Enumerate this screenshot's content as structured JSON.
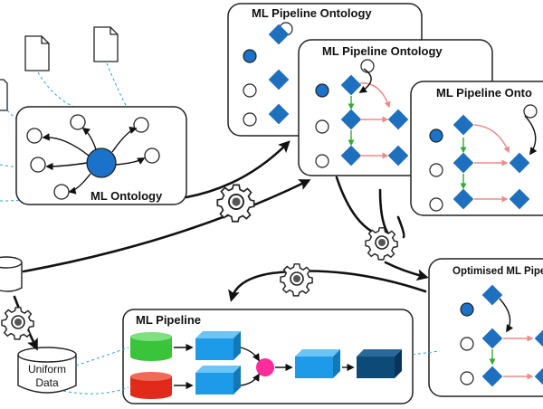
{
  "labels": {
    "ml_ontology": "ML Ontology",
    "pipeline_ontology_1": "ML Pipeline Ontology",
    "pipeline_ontology_2": "ML Pipeline Ontology",
    "pipeline_ontology_3": "ML Pipeline Onto",
    "optimised_pipeline": "Optimised ML Pipe",
    "ml_pipeline": "ML Pipeline",
    "uniform_data_line1": "Uniform",
    "uniform_data_line2": "Data"
  },
  "colors": {
    "blue_node": "#1a73c8",
    "diamond": "#1f6fbf",
    "cube_light": "#1e9be8",
    "cube_dark": "#0e4a78",
    "cyl_green": "#39c43b",
    "cyl_red": "#e22a1a",
    "merge_dot": "#ff2d9b",
    "dash_link": "#2a9fe0",
    "green_arrow": "#2fae2f",
    "pink_arrow": "#f08a8a"
  },
  "icons": [
    "document-icon",
    "gear-icon",
    "database-icon",
    "cylinder-icon",
    "cube-icon",
    "diamond-icon"
  ]
}
